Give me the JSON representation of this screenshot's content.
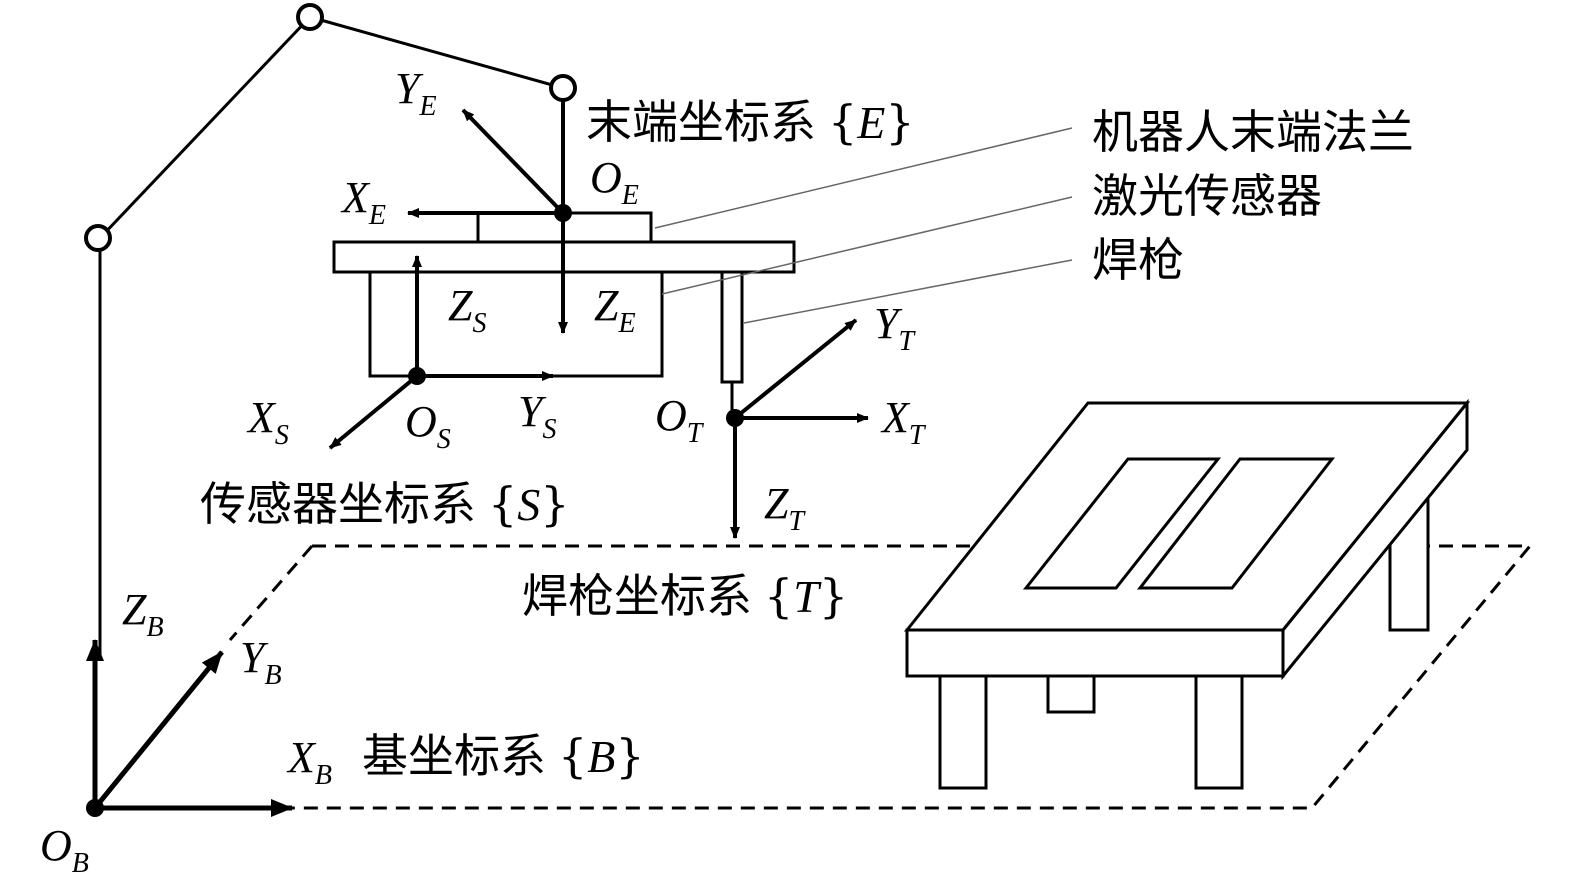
{
  "frames": {
    "end": {
      "title": "末端坐标系",
      "brace_open": "{",
      "symbol": "E",
      "brace_close": "}"
    },
    "sensor": {
      "title": "传感器坐标系",
      "brace_open": "{",
      "symbol": "S",
      "brace_close": "}"
    },
    "torch": {
      "title": "焊枪坐标系",
      "brace_open": "{",
      "symbol": "T",
      "brace_close": "}"
    },
    "base": {
      "title": "基坐标系",
      "brace_open": "{",
      "symbol": "B",
      "brace_close": "}"
    }
  },
  "callouts": {
    "flange": "机器人末端法兰",
    "laser_sensor": "激光传感器",
    "torch": "焊枪"
  },
  "axes": {
    "end": {
      "x": "X",
      "y": "Y",
      "z": "Z",
      "o": "O",
      "sub": "E"
    },
    "sensor": {
      "x": "X",
      "y": "Y",
      "z": "Z",
      "o": "O",
      "sub": "S"
    },
    "torch": {
      "x": "X",
      "y": "Y",
      "z": "Z",
      "o": "O",
      "sub": "T"
    },
    "base": {
      "x": "X",
      "y": "Y",
      "z": "Z",
      "o": "O",
      "sub": "B"
    }
  }
}
